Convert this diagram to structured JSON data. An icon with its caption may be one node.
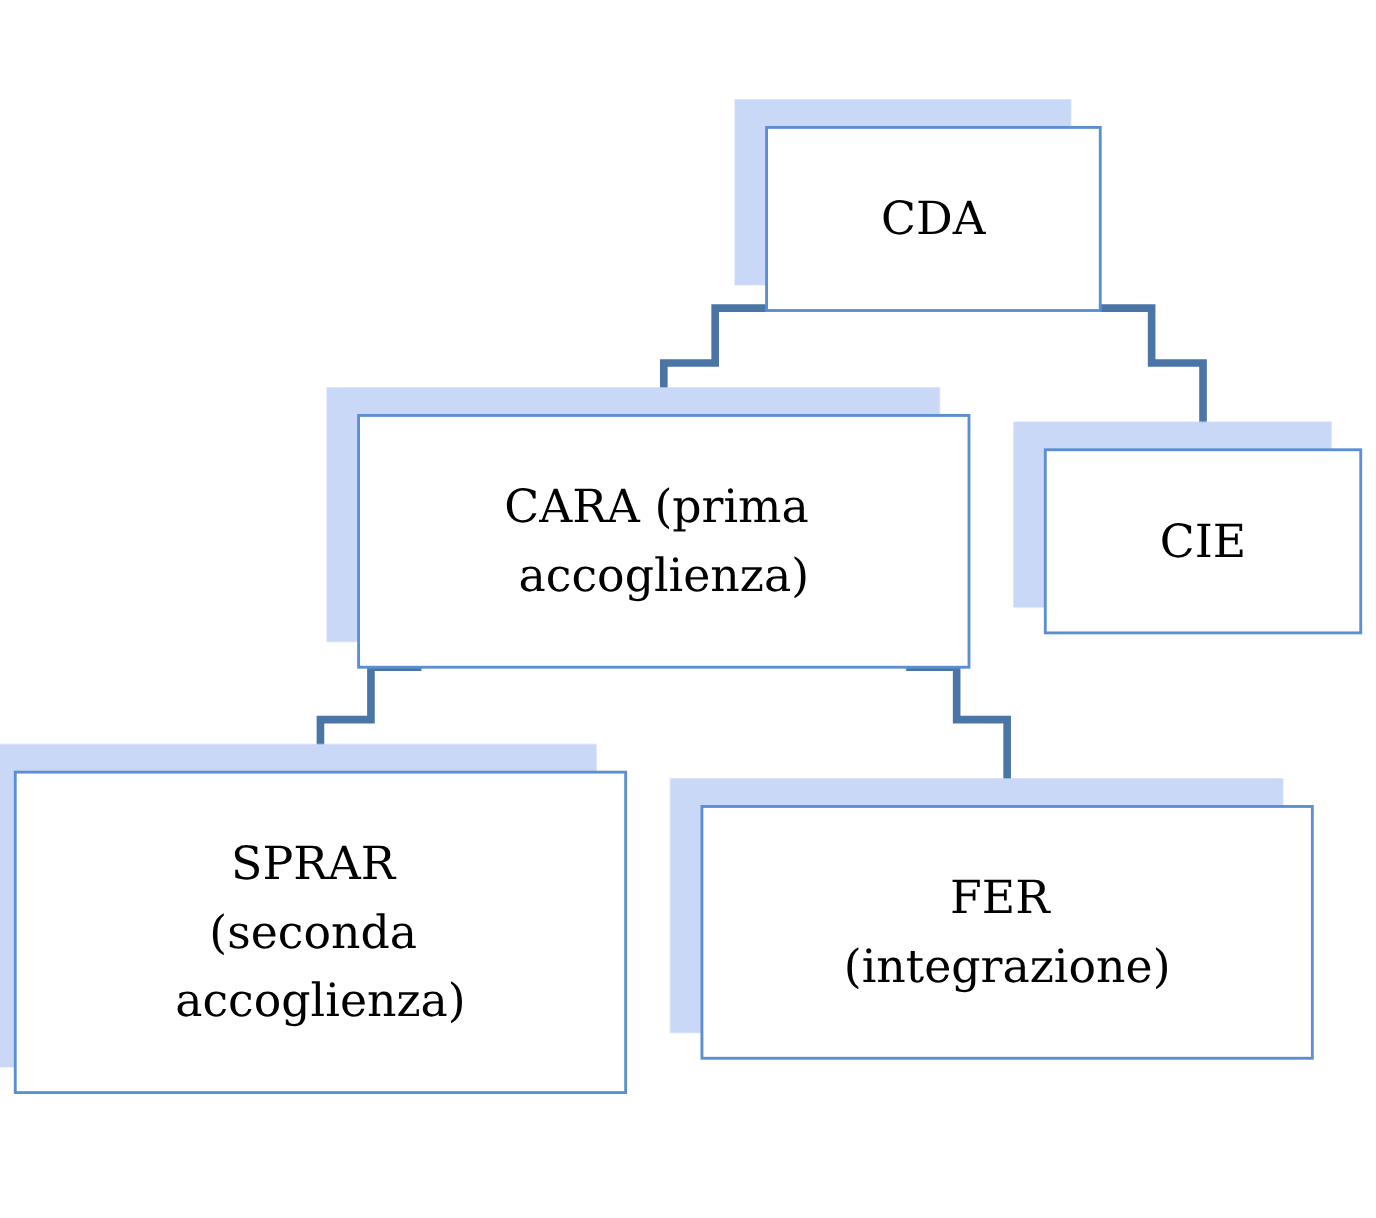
{
  "diagram": {
    "nodes": [
      {
        "text": [
          "CDA"
        ]
      },
      {
        "text": [
          "CARA (prima accoglienza)"
        ]
      },
      {
        "text": [
          "CIE"
        ]
      },
      {
        "text": [
          "SPRAR (seconda accoglienza)"
        ]
      },
      {
        "text": [
          "FER (integrazione)"
        ]
      }
    ],
    "edges": [
      {
        "from": 0,
        "to": 1,
        "arrow": "none"
      },
      {
        "from": 0,
        "to": 2,
        "arrow": "none"
      },
      {
        "from": 1,
        "to": 3,
        "arrow": "none"
      },
      {
        "from": 1,
        "to": 4,
        "arrow": "none"
      }
    ]
  }
}
